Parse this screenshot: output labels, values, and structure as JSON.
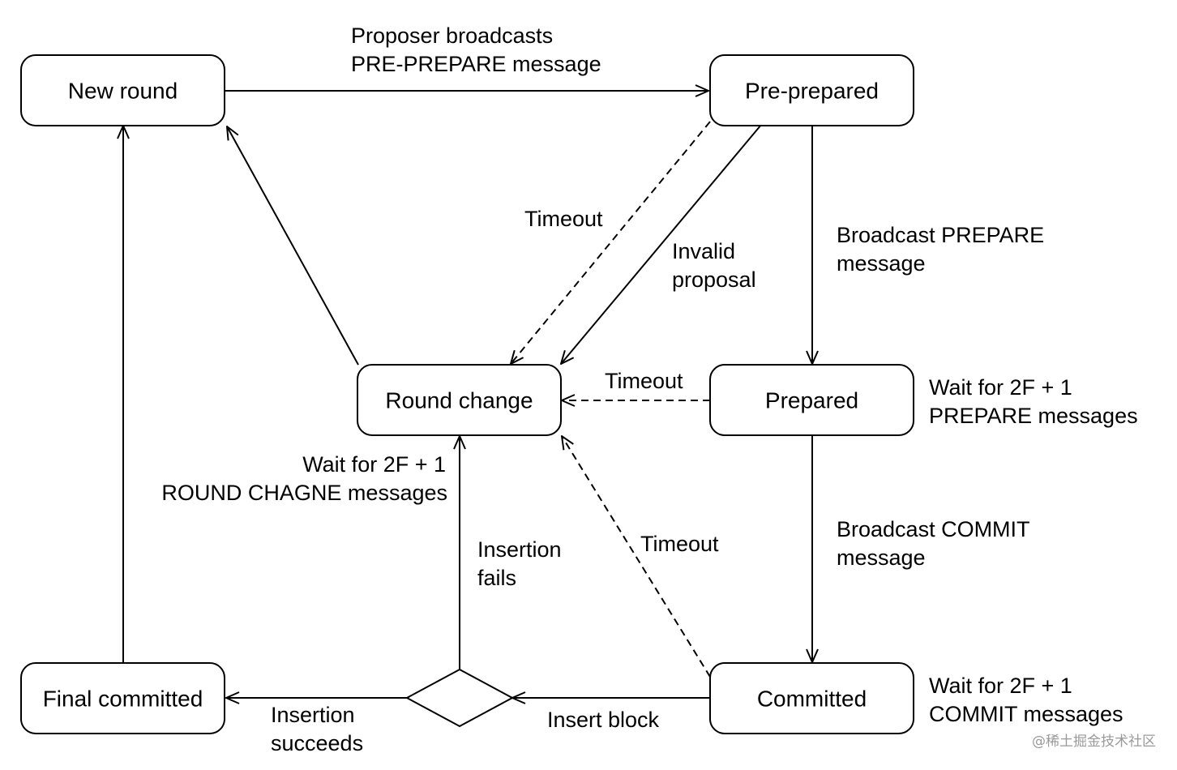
{
  "nodes": {
    "new_round": "New round",
    "pre_prepared": "Pre-prepared",
    "round_change": "Round change",
    "prepared": "Prepared",
    "final_committed": "Final committed",
    "committed": "Committed"
  },
  "edge_labels": {
    "proposer_line1": "Proposer broadcasts",
    "proposer_line2": "PRE-PREPARE message",
    "timeout_preprepared": "Timeout",
    "invalid_line1": "Invalid",
    "invalid_line2": "proposal",
    "broadcast_prepare_line1": "Broadcast PREPARE",
    "broadcast_prepare_line2": "message",
    "timeout_prepared": "Timeout",
    "wait_prepare_line1": "Wait for 2F + 1",
    "wait_prepare_line2": "PREPARE messages",
    "wait_roundchange_line1": "Wait for 2F + 1",
    "wait_roundchange_line2": "ROUND CHAGNE messages",
    "insertion_fails_line1": "Insertion",
    "insertion_fails_line2": "fails",
    "timeout_committed": "Timeout",
    "broadcast_commit_line1": "Broadcast COMMIT",
    "broadcast_commit_line2": "message",
    "wait_commit_line1": "Wait for 2F + 1",
    "wait_commit_line2": "COMMIT messages",
    "insert_block": "Insert block",
    "insertion_succeeds_line1": "Insertion",
    "insertion_succeeds_line2": "succeeds"
  },
  "watermark": "@稀土掘金技术社区"
}
